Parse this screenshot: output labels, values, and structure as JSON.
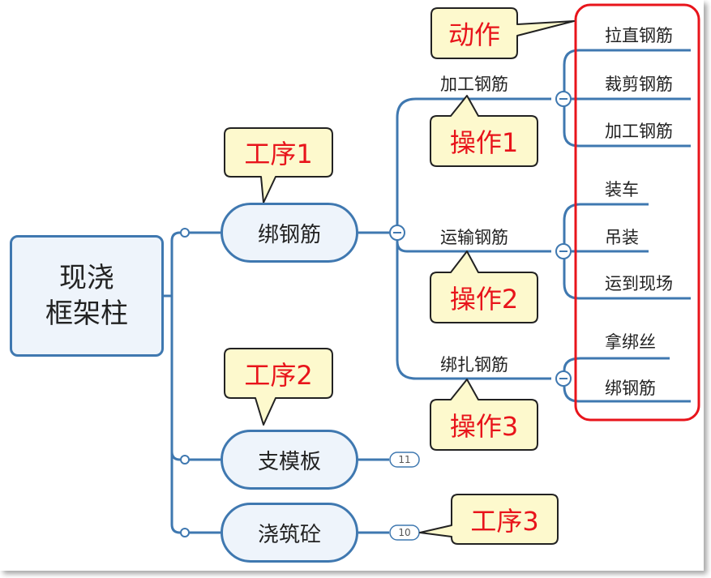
{
  "root": {
    "line1": "现浇",
    "line2": "框架柱"
  },
  "main_topics": [
    {
      "label": "绑钢筋"
    },
    {
      "label": "支模板",
      "badge": "11"
    },
    {
      "label": "浇筑砼",
      "badge": "10"
    }
  ],
  "sub_topics": [
    {
      "label": "加工钢筋"
    },
    {
      "label": "运输钢筋"
    },
    {
      "label": "绑扎钢筋"
    }
  ],
  "leaves": [
    "拉直钢筋",
    "裁剪钢筋",
    "加工钢筋",
    "装车",
    "吊装",
    "运到现场",
    "拿绑丝",
    "绑钢筋"
  ],
  "callouts": {
    "action": "动作",
    "step1": "工序1",
    "step2": "工序2",
    "step3": "工序3",
    "op1": "操作1",
    "op2": "操作2",
    "op3": "操作3"
  },
  "colors": {
    "line": "#3f78b0",
    "callout_fill": "#fdf9cd",
    "callout_text": "#e8141b",
    "highlight": "#e8141b"
  }
}
